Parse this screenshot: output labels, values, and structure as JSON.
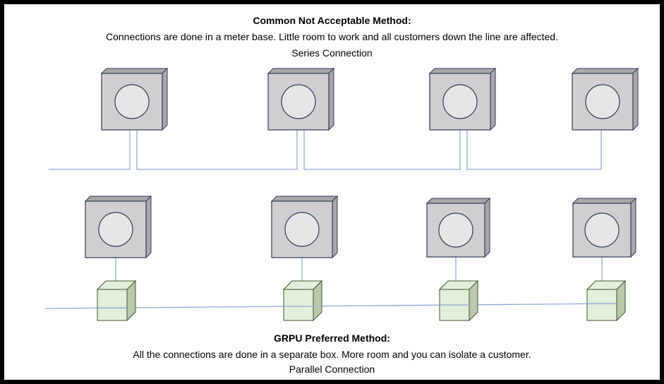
{
  "top": {
    "heading": "Common Not Acceptable Method:",
    "description": "Connections are done in a meter base.  Little room to work and all customers down the line are affected.",
    "subheading": "Series Connection"
  },
  "bottom": {
    "heading": "GRPU Preferred Method:",
    "description": "All the connections are done in a separate box.  More room and you can isolate a customer.",
    "subheading": "Parallel Connection"
  },
  "colors": {
    "border": "#000000",
    "meter_fill": "#d0ced0",
    "meter_side": "#a9a7a9",
    "meter_edge": "#2f3d5c",
    "dial_fill": "#e6e6e6",
    "junction_fill": "#e2efd9",
    "junction_side": "#b9c9ad",
    "junction_edge": "#3f5a2f",
    "wire": "#8eaadb"
  }
}
